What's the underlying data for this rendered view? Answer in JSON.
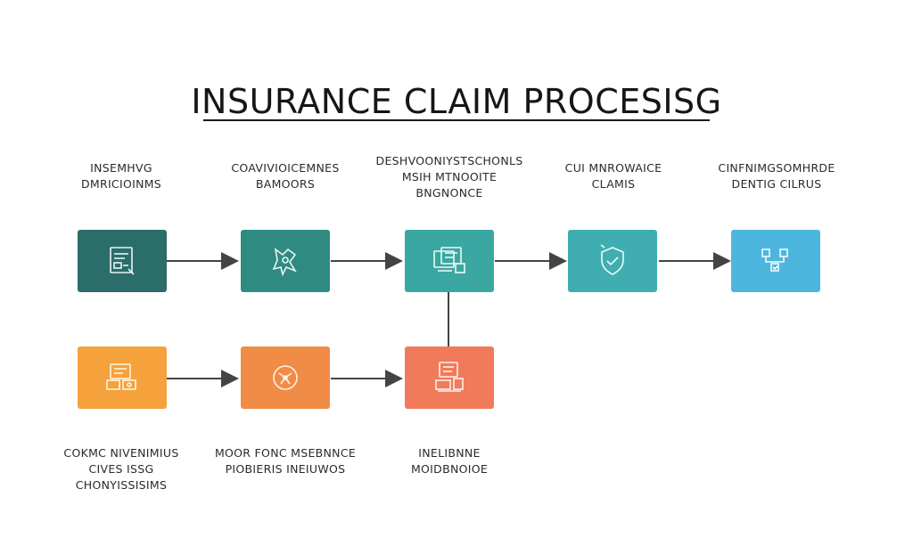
{
  "title": "INSURANCE CLAIM PROCESISG",
  "steps": [
    {
      "label_lines": [
        "INSEMHVG",
        "DMRICIOINMS"
      ],
      "icon": "claim-form-icon",
      "color": "#2b6d6a"
    },
    {
      "label_lines": [
        "COAVIVIOICEMNES",
        "BAMOORS"
      ],
      "icon": "damage-inspection-icon",
      "color": "#2f8b82"
    },
    {
      "label_lines": [
        "DESHVOONIYSTSCHONLS",
        "MSIH MTNOOITE",
        "BNGNONCE"
      ],
      "icon": "document-review-icon",
      "color": "#3aa7a2"
    },
    {
      "label_lines": [
        "CUI MNROWAICE",
        "CLAMIS"
      ],
      "icon": "shield-check-icon",
      "color": "#40aeb0"
    },
    {
      "label_lines": [
        "CINFNIMGSOMHRDE",
        "DENTIG CILRUS"
      ],
      "icon": "approval-network-icon",
      "color": "#4db6de"
    },
    {
      "label_lines": [
        "COKMC NIVENIMIUS",
        "CIVES ISSG",
        "CHONYISSISIMS"
      ],
      "icon": "paperwork-icon",
      "color": "#f5a23c"
    },
    {
      "label_lines": [
        "MOOR FONC MSEBNNCE",
        "PIOBIERIS INEIUWOS"
      ],
      "icon": "assessment-icon",
      "color": "#f18c46"
    },
    {
      "label_lines": [
        "INELIBNNE",
        "MOIDBNOIOE"
      ],
      "icon": "settlement-icon",
      "color": "#f07a5a"
    }
  ]
}
